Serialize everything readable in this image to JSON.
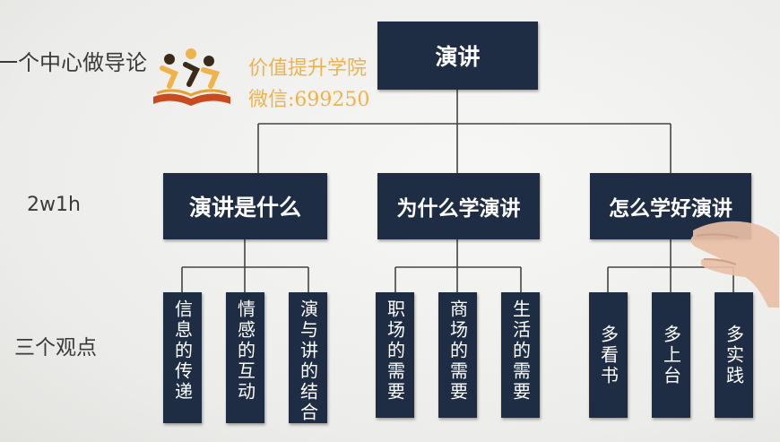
{
  "side_labels": {
    "row1": "一个中心做导论",
    "row2": "2w1h",
    "row3": "三个观点"
  },
  "watermark": {
    "line1": "价值提升学院",
    "line2": "微信:699250"
  },
  "root": {
    "label": "演讲"
  },
  "level2": [
    {
      "label": "演讲是什么"
    },
    {
      "label": "为什么学演讲"
    },
    {
      "label": "怎么学好演讲"
    }
  ],
  "level3": [
    {
      "label": "信息的传递"
    },
    {
      "label": "情感的互动"
    },
    {
      "label": "演与讲的结合"
    },
    {
      "label": "职场的需要"
    },
    {
      "label": "商场的需要"
    },
    {
      "label": "生活的需要"
    },
    {
      "label": "多看书"
    },
    {
      "label": "多上台"
    },
    {
      "label": "多实践"
    }
  ],
  "colors": {
    "box": "#1f2d44",
    "box_text": "#ffffff",
    "connector": "#444444",
    "watermark": "#f0b24a"
  }
}
